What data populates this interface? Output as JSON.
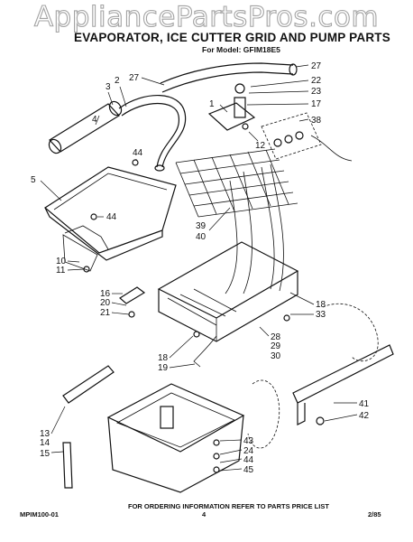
{
  "watermark": "AppliancePartsPros.com",
  "title": "EVAPORATOR, ICE CUTTER GRID AND PUMP PARTS",
  "model": "For Model: GFIM18E5",
  "footer": {
    "left": "MPIM100-01",
    "center": "FOR ORDERING INFORMATION REFER TO PARTS PRICE LIST",
    "page": "4",
    "right": "2/85"
  },
  "callouts": [
    "27",
    "27",
    "22",
    "23",
    "17",
    "38",
    "3",
    "2",
    "4",
    "1",
    "12",
    "44",
    "5",
    "44",
    "39",
    "40",
    "10",
    "11",
    "16",
    "20",
    "21",
    "18",
    "33",
    "28",
    "29",
    "30",
    "18",
    "19",
    "41",
    "42",
    "13",
    "14",
    "15",
    "43",
    "24",
    "44",
    "45"
  ]
}
